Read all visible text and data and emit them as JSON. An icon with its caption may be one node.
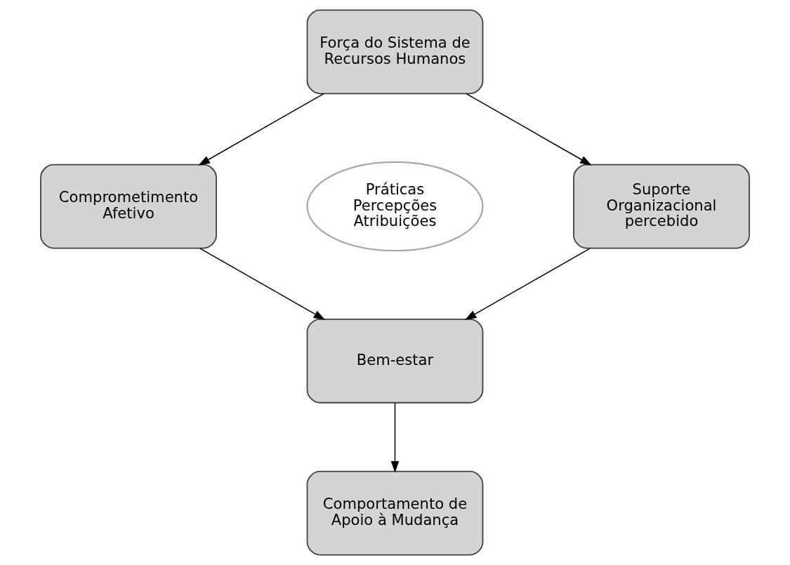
{
  "diagram": {
    "nodes": [
      {
        "text": [
          "Força do Sistema de Recursos Humanos"
        ]
      },
      {
        "text": [
          "Comprometimento Afetivo"
        ]
      },
      {
        "text": [
          "Práticas",
          "Percepções",
          "Atribuições"
        ]
      },
      {
        "text": [
          "Suporte Organizacional percebido"
        ]
      },
      {
        "text": [
          "Bem-estar"
        ]
      },
      {
        "text": [
          "Comportamento de Apoio à Mudança"
        ]
      }
    ],
    "edges": [
      {
        "from": 0,
        "to": 1,
        "arrow": "to"
      },
      {
        "from": 0,
        "to": 3,
        "arrow": "to"
      },
      {
        "from": 1,
        "to": 4,
        "arrow": "to"
      },
      {
        "from": 3,
        "to": 4,
        "arrow": "to"
      },
      {
        "from": 4,
        "to": 5,
        "arrow": "to"
      }
    ]
  }
}
